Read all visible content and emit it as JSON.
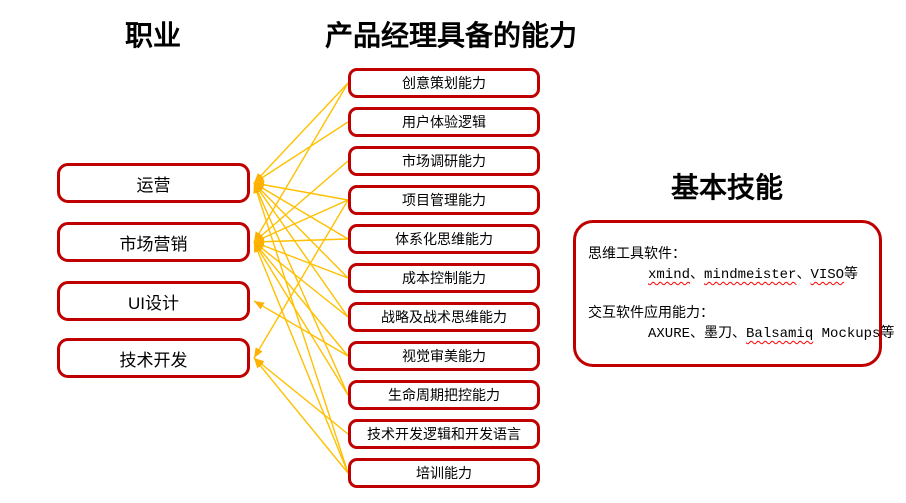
{
  "titles": {
    "professions": "职业",
    "abilities": "产品经理具备的能力",
    "skills": "基本技能"
  },
  "professions": [
    "运营",
    "市场营销",
    "UI设计",
    "技术开发"
  ],
  "abilities": [
    "创意策划能力",
    "用户体验逻辑",
    "市场调研能力",
    "项目管理能力",
    "体系化思维能力",
    "成本控制能力",
    "战略及战术思维能力",
    "视觉审美能力",
    "生命周期把控能力",
    "技术开发逻辑和开发语言",
    "培训能力"
  ],
  "connections": [
    {
      "profession": 0,
      "ability": 0
    },
    {
      "profession": 0,
      "ability": 1
    },
    {
      "profession": 0,
      "ability": 3
    },
    {
      "profession": 0,
      "ability": 4
    },
    {
      "profession": 0,
      "ability": 5
    },
    {
      "profession": 0,
      "ability": 6
    },
    {
      "profession": 0,
      "ability": 8
    },
    {
      "profession": 0,
      "ability": 10
    },
    {
      "profession": 1,
      "ability": 0
    },
    {
      "profession": 1,
      "ability": 2
    },
    {
      "profession": 1,
      "ability": 3
    },
    {
      "profession": 1,
      "ability": 4
    },
    {
      "profession": 1,
      "ability": 5
    },
    {
      "profession": 1,
      "ability": 6
    },
    {
      "profession": 1,
      "ability": 7
    },
    {
      "profession": 1,
      "ability": 8
    },
    {
      "profession": 1,
      "ability": 10
    },
    {
      "profession": 2,
      "ability": 7
    },
    {
      "profession": 3,
      "ability": 3
    },
    {
      "profession": 3,
      "ability": 9
    },
    {
      "profession": 3,
      "ability": 10
    }
  ],
  "skills_panel": {
    "groups": [
      {
        "label": "思维工具软件：",
        "segments": [
          {
            "text": "xmind",
            "misspelled": true
          },
          {
            "text": "、"
          },
          {
            "text": "mindmeister",
            "misspelled": true
          },
          {
            "text": "、"
          },
          {
            "text": "VISO",
            "misspelled": true
          },
          {
            "text": "等"
          }
        ]
      },
      {
        "label": "交互软件应用能力：",
        "segments": [
          {
            "text": "AXURE"
          },
          {
            "text": "、墨刀、"
          },
          {
            "text": "Balsamiq",
            "misspelled": true
          },
          {
            "text": " Mockups等"
          }
        ]
      }
    ]
  },
  "colors": {
    "box_border": "#c00000",
    "connector_line": "#ffc000",
    "arrowhead": "#ffb000",
    "spellcheck_underline": "#ff0000",
    "text": "#000000",
    "background": "#ffffff"
  }
}
